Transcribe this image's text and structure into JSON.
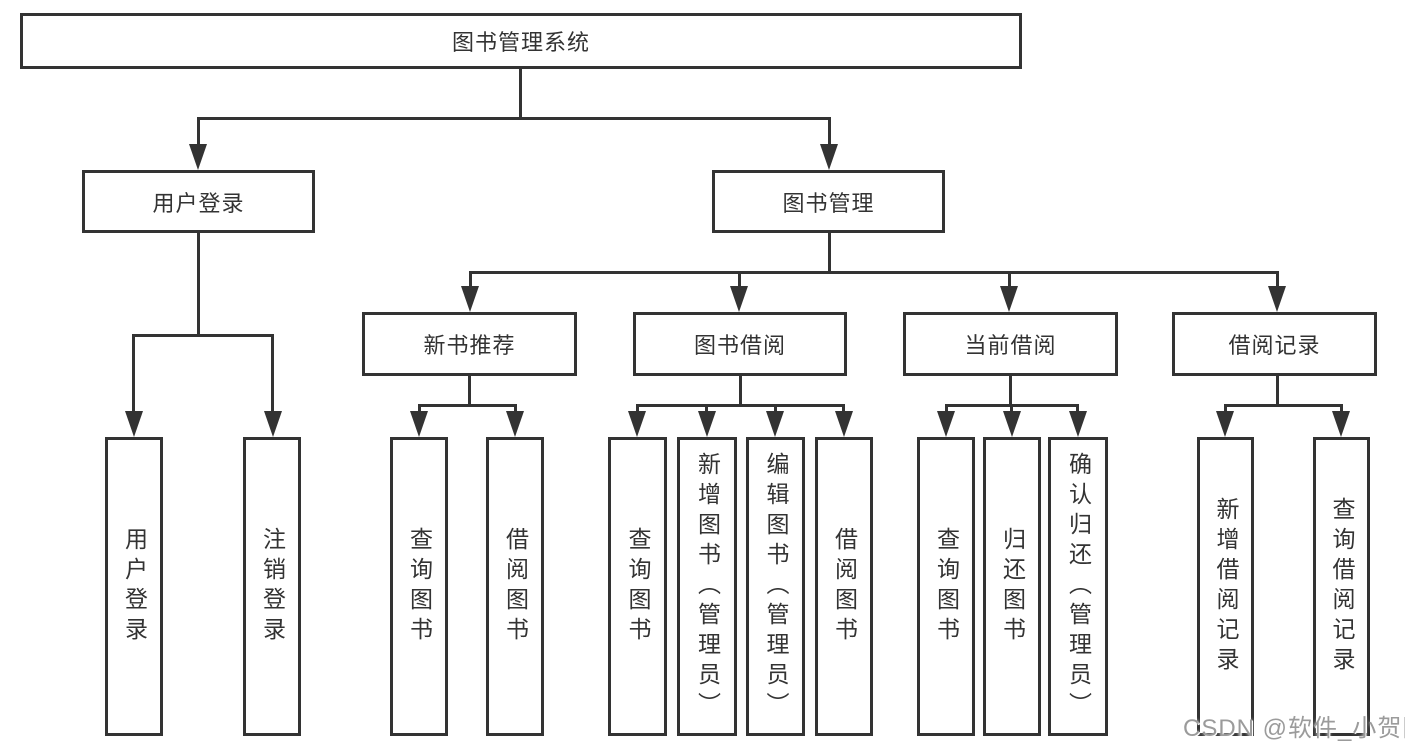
{
  "colors": {
    "line": "#333333",
    "text": "#333333",
    "box_background": "#ffffff",
    "watermark": "#9b9b9b"
  },
  "tree": {
    "root": {
      "label": "图书管理系统"
    },
    "branches": [
      {
        "label": "用户登录",
        "leaves": [
          {
            "label": "用户登录"
          },
          {
            "label": "注销登录"
          }
        ]
      },
      {
        "label": "图书管理",
        "groups": [
          {
            "label": "新书推荐",
            "leaves": [
              {
                "label": "查询图书"
              },
              {
                "label": "借阅图书"
              }
            ]
          },
          {
            "label": "图书借阅",
            "leaves": [
              {
                "label": "查询图书"
              },
              {
                "label": "新增图书（管理员）"
              },
              {
                "label": "编辑图书（管理员）"
              },
              {
                "label": "借阅图书"
              }
            ]
          },
          {
            "label": "当前借阅",
            "leaves": [
              {
                "label": "查询图书"
              },
              {
                "label": "归还图书"
              },
              {
                "label": "确认归还（管理员）"
              }
            ]
          },
          {
            "label": "借阅记录",
            "leaves": [
              {
                "label": "新增借阅记录"
              },
              {
                "label": "查询借阅记录"
              }
            ]
          }
        ]
      }
    ]
  },
  "watermark": {
    "text": "CSDN @软件_小贺同学"
  }
}
